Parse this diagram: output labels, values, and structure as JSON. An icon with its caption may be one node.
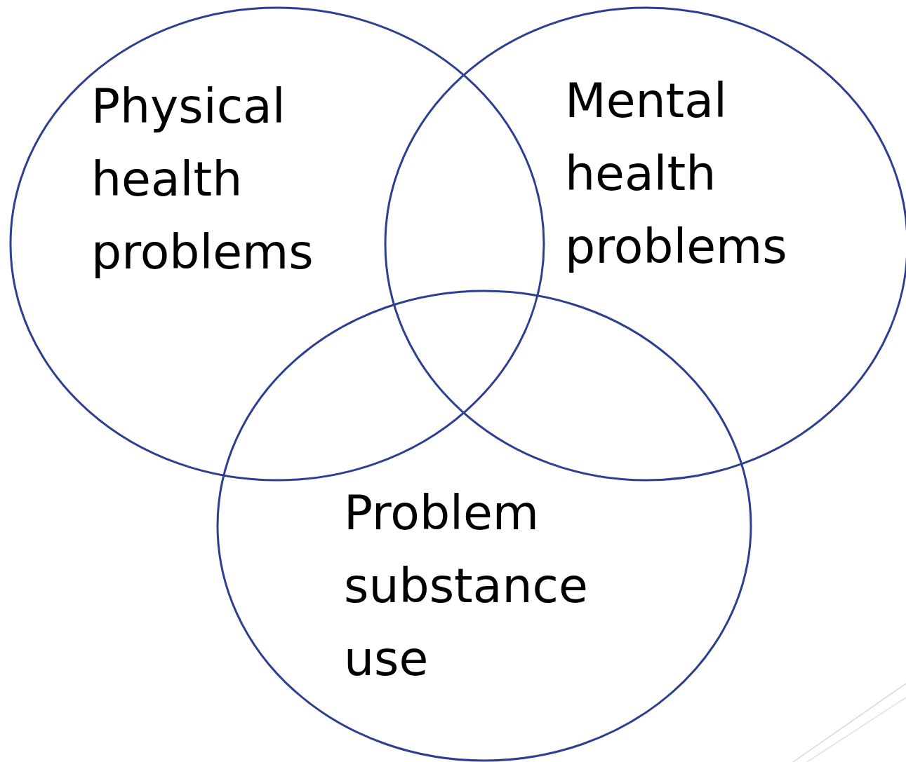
{
  "diagram": {
    "nodes": [
      {
        "text": [
          "Physical health problems"
        ]
      },
      {
        "text": [
          "Mental health problems"
        ]
      },
      {
        "text": [
          "Problem substance use"
        ]
      }
    ]
  }
}
